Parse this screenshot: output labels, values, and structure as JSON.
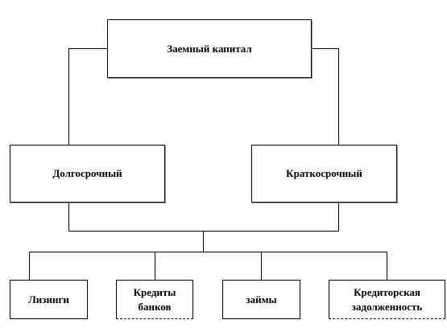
{
  "diagram": {
    "root": {
      "label": "Заемный капитал"
    },
    "level2": [
      {
        "label": "Долгосрочный"
      },
      {
        "label": "Краткосрочный"
      }
    ],
    "level3": [
      {
        "label": "Лизинги"
      },
      {
        "label": "Кредиты банков"
      },
      {
        "label": "займы"
      },
      {
        "label": "Кредиторская задолженность"
      }
    ]
  }
}
